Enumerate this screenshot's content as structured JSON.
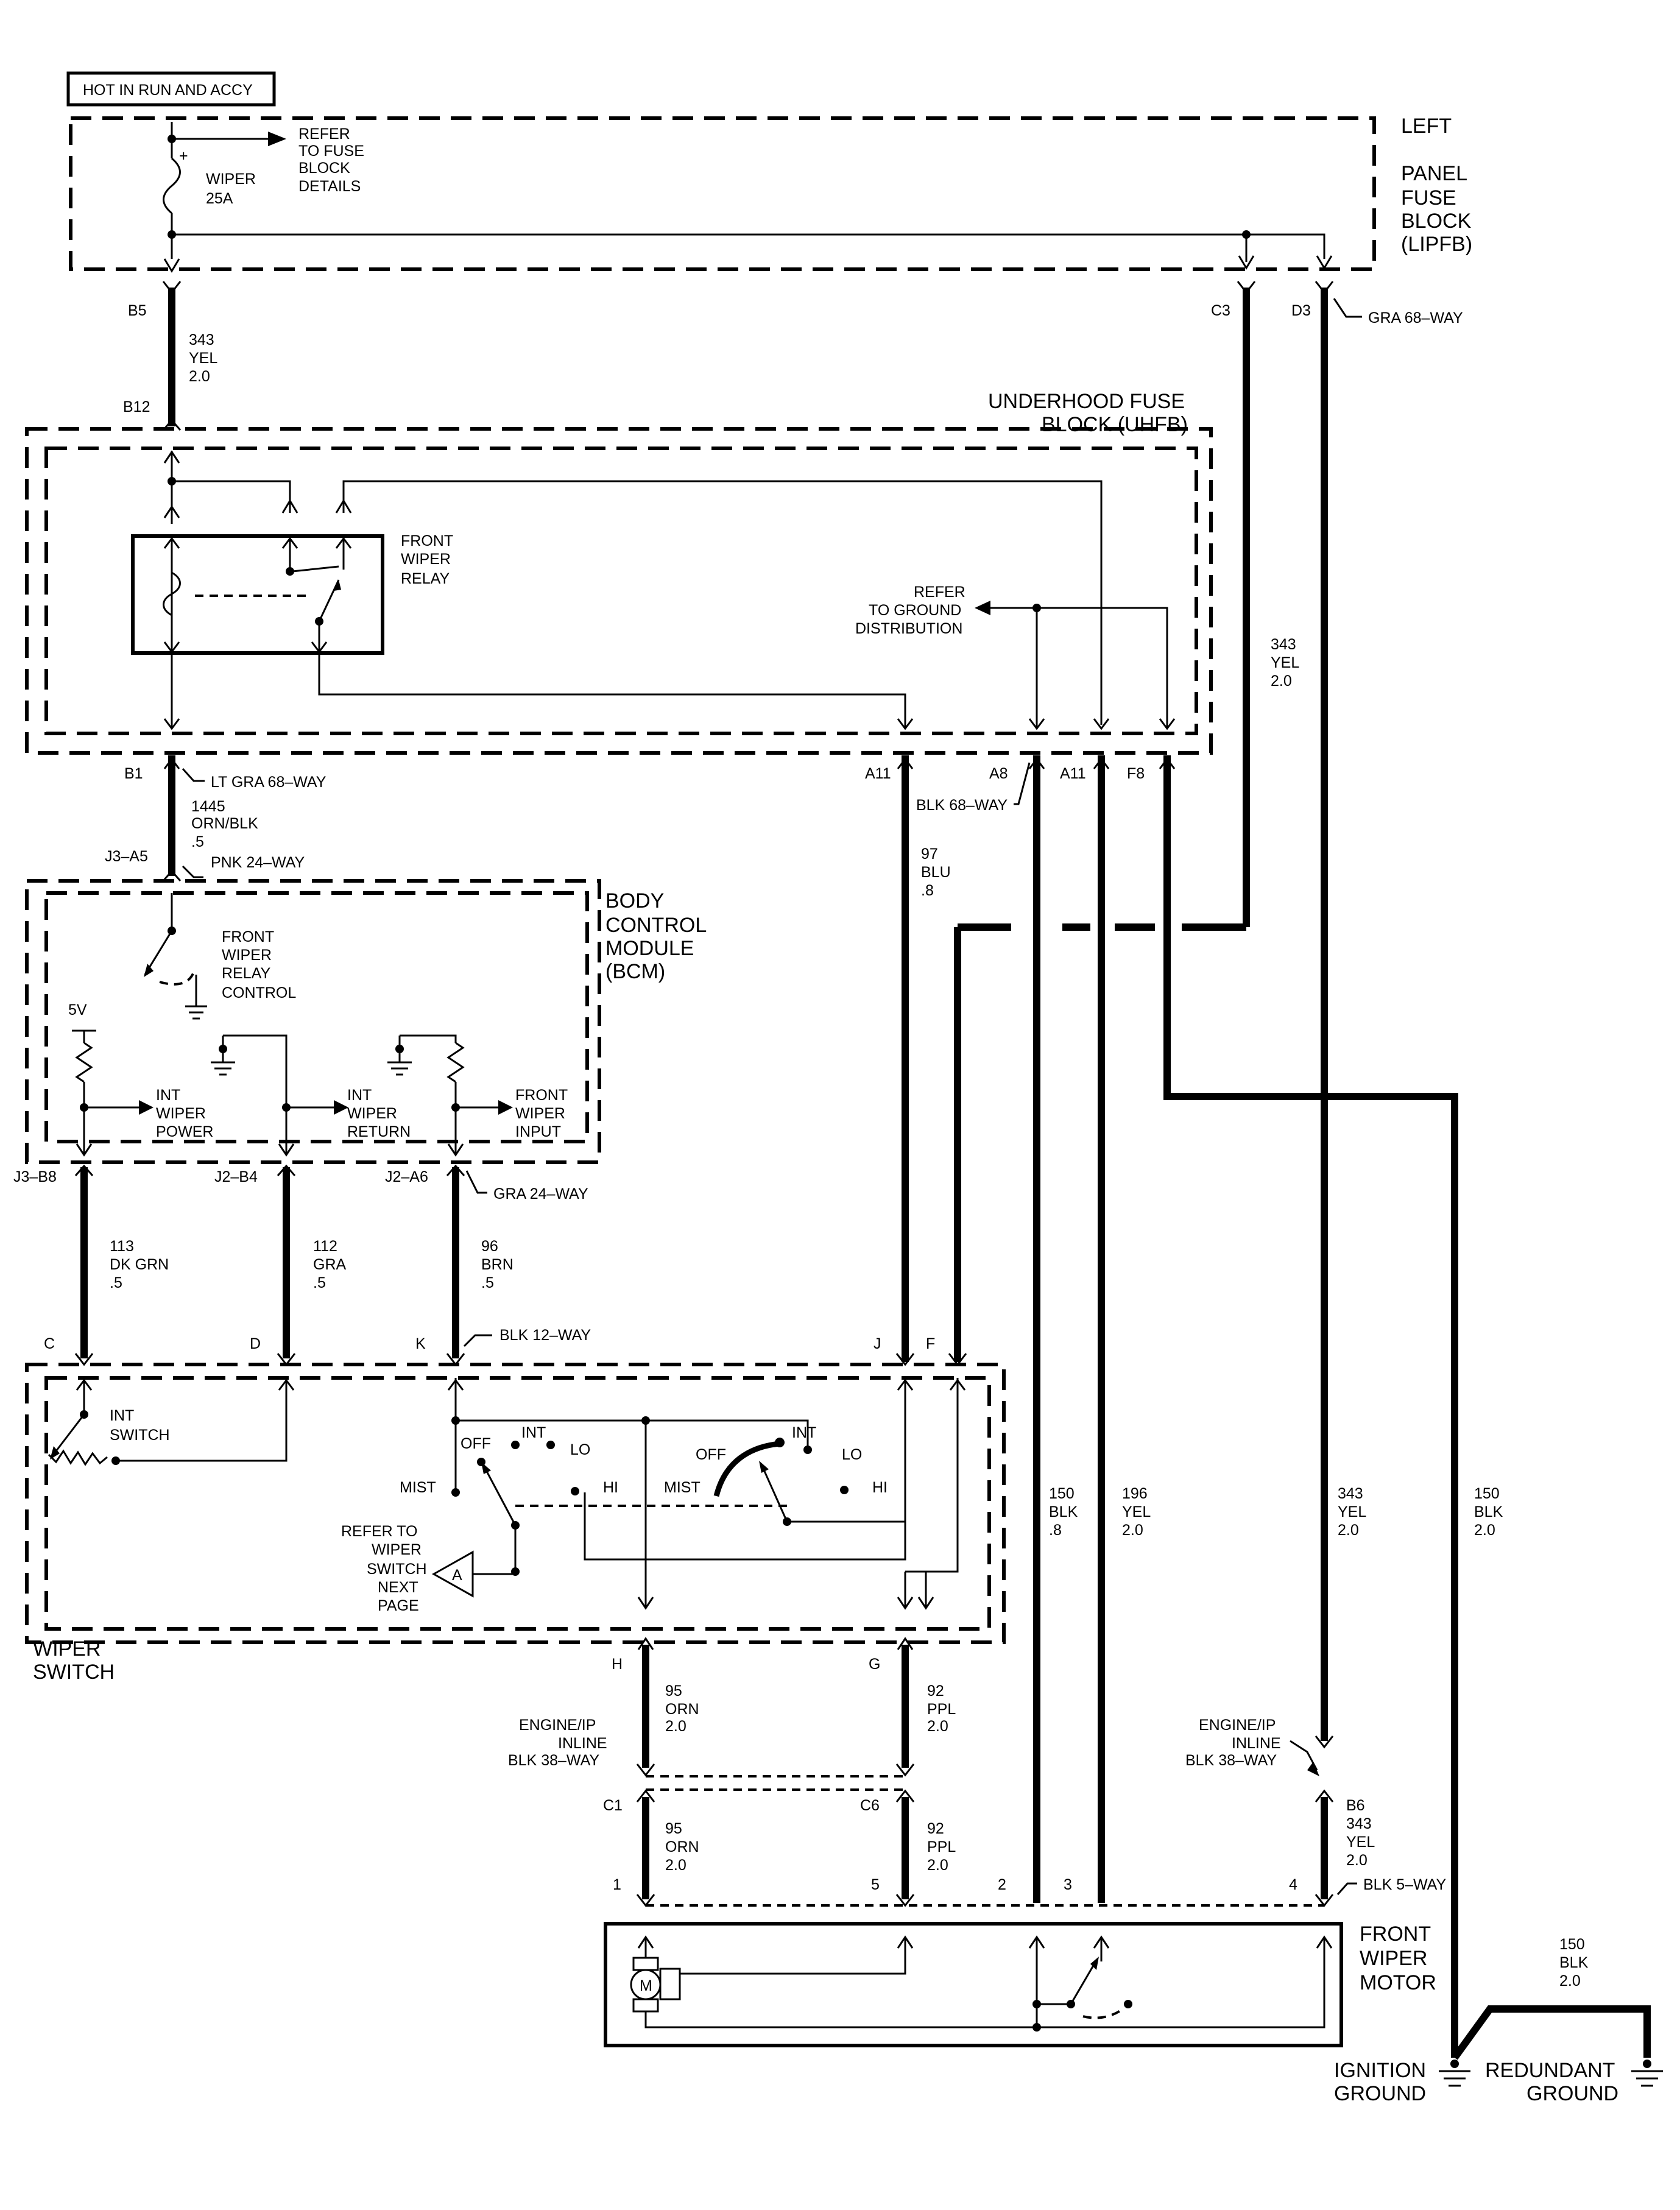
{
  "header": {
    "hot_label": "HOT IN RUN AND ACCY"
  },
  "lipfb": {
    "title_1": "LEFT",
    "title_2": "PANEL",
    "title_3": "FUSE",
    "title_4": "BLOCK",
    "title_5": "(LIPFB)",
    "refer_1": "REFER",
    "refer_2": "TO FUSE",
    "refer_3": "BLOCK",
    "refer_4": "DETAILS",
    "fuse_name": "WIPER",
    "fuse_rating": "25A",
    "fuse_plus": "+"
  },
  "conn": {
    "b5": "B5",
    "c3": "C3",
    "d3": "D3",
    "gra68": "GRA 68–WAY",
    "b12": "B12",
    "b1": "B1",
    "ltgra68": "LT GRA 68–WAY",
    "a11a": "A11",
    "a8": "A8",
    "a11b": "A11",
    "f8": "F8",
    "blk68": "BLK 68–WAY",
    "j3a5": "J3–A5",
    "pnk24": "PNK 24–WAY",
    "j3b8": "J3–B8",
    "j2b4": "J2–B4",
    "j2a6": "J2–A6",
    "gra24": "GRA 24–WAY",
    "c": "C",
    "d": "D",
    "k": "K",
    "blk12": "BLK 12–WAY",
    "j": "J",
    "f": "F",
    "h": "H",
    "g": "G",
    "c1": "C1",
    "c6": "C6",
    "b6": "B6",
    "p1": "1",
    "p5": "5",
    "p2": "2",
    "p3": "3",
    "p4": "4",
    "blk5": "BLK 5–WAY",
    "inline_l_1": "ENGINE/IP",
    "inline_l_2": "INLINE",
    "inline_l_3": "BLK 38–WAY",
    "inline_r_1": "ENGINE/IP",
    "inline_r_2": "INLINE",
    "inline_r_3": "BLK 38–WAY"
  },
  "wires": {
    "w343a_1": "343",
    "w343a_2": "YEL",
    "w343a_3": "2.0",
    "w343b_1": "343",
    "w343b_2": "YEL",
    "w343b_3": "2.0",
    "w1445_1": "1445",
    "w1445_2": "ORN/BLK",
    "w1445_3": ".5",
    "w97_1": "97",
    "w97_2": "BLU",
    "w97_3": ".8",
    "w113_1": "113",
    "w113_2": "DK GRN",
    "w113_3": ".5",
    "w112_1": "112",
    "w112_2": "GRA",
    "w112_3": ".5",
    "w96_1": "96",
    "w96_2": "BRN",
    "w96_3": ".5",
    "w150a_1": "150",
    "w150a_2": "BLK",
    "w150a_3": ".8",
    "w196_1": "196",
    "w196_2": "YEL",
    "w196_3": "2.0",
    "w343c_1": "343",
    "w343c_2": "YEL",
    "w343c_3": "2.0",
    "w150b_1": "150",
    "w150b_2": "BLK",
    "w150b_3": "2.0",
    "w95a_1": "95",
    "w95a_2": "ORN",
    "w95a_3": "2.0",
    "w92a_1": "92",
    "w92a_2": "PPL",
    "w92a_3": "2.0",
    "w95b_1": "95",
    "w95b_2": "ORN",
    "w95b_3": "2.0",
    "w92b_1": "92",
    "w92b_2": "PPL",
    "w92b_3": "2.0",
    "w343d_1": "343",
    "w343d_2": "YEL",
    "w343d_3": "2.0",
    "w150c_1": "150",
    "w150c_2": "BLK",
    "w150c_3": "2.0"
  },
  "uhfb": {
    "title_1": "UNDERHOOD FUSE",
    "title_2": "BLOCK (UHFB)",
    "relay_1": "FRONT",
    "relay_2": "WIPER",
    "relay_3": "RELAY",
    "ground_1": "REFER",
    "ground_2": "TO GROUND",
    "ground_3": "DISTRIBUTION"
  },
  "bcm": {
    "title_1": "BODY",
    "title_2": "CONTROL",
    "title_3": "MODULE",
    "title_4": "(BCM)",
    "ctl_1": "FRONT",
    "ctl_2": "WIPER",
    "ctl_3": "RELAY",
    "ctl_4": "CONTROL",
    "v5": "5V",
    "pwr_1": "INT",
    "pwr_2": "WIPER",
    "pwr_3": "POWER",
    "ret_1": "INT",
    "ret_2": "WIPER",
    "ret_3": "RETURN",
    "inp_1": "FRONT",
    "inp_2": "WIPER",
    "inp_3": "INPUT"
  },
  "switch": {
    "title_1": "WIPER",
    "title_2": "SWITCH",
    "int_1": "INT",
    "int_2": "SWITCH",
    "off1": "OFF",
    "int1": "INT",
    "lo1": "LO",
    "hi1": "HI",
    "mist1": "MIST",
    "off2": "OFF",
    "int2": "INT",
    "lo2": "LO",
    "hi2": "HI",
    "mist2": "MIST",
    "ref_1": "REFER TO",
    "ref_2": "WIPER",
    "ref_3": "SWITCH",
    "ref_4": "NEXT",
    "ref_5": "PAGE",
    "tri": "A"
  },
  "motor": {
    "title_1": "FRONT",
    "title_2": "WIPER",
    "title_3": "MOTOR",
    "m": "M"
  },
  "grounds": {
    "ign_1": "IGNITION",
    "ign_2": "GROUND",
    "red_1": "REDUNDANT",
    "red_2": "GROUND"
  }
}
